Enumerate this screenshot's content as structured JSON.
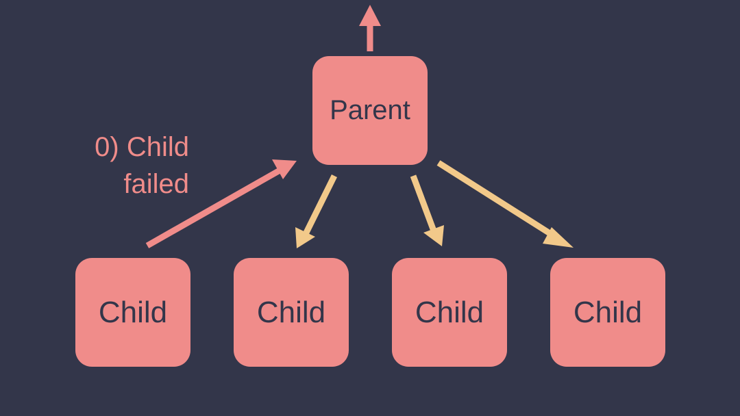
{
  "colors": {
    "background": "#33364a",
    "node_fill": "#f08c8a",
    "node_text": "#33364a",
    "failure_arrow": "#f08c8a",
    "command_arrow": "#f2c98a",
    "annotation_text": "#f08c8a"
  },
  "nodes": {
    "parent": {
      "label": "Parent"
    },
    "children": [
      {
        "label": "Child"
      },
      {
        "label": "Child"
      },
      {
        "label": "Child"
      },
      {
        "label": "Child"
      }
    ]
  },
  "annotation": {
    "line1": "0) Child",
    "line2": "failed"
  }
}
